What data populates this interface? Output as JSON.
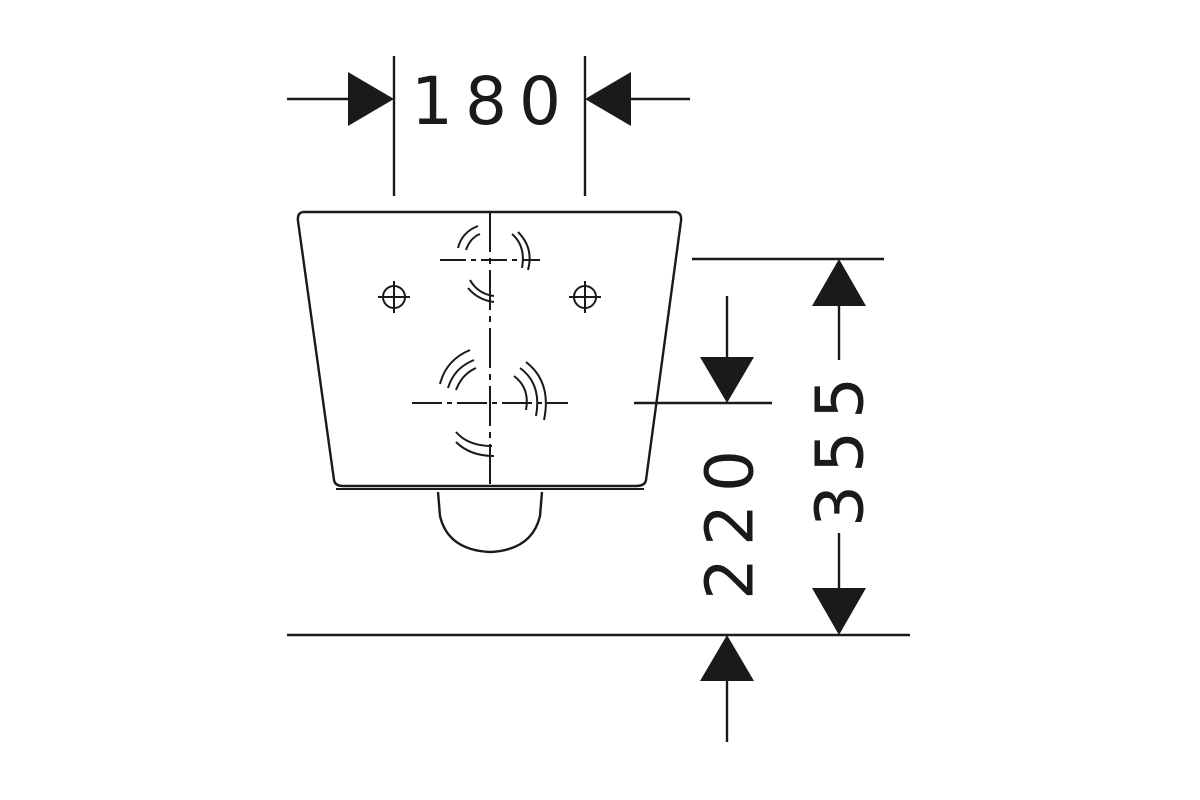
{
  "diagram": {
    "dimensions": {
      "width": "180",
      "height_to_center": "220",
      "overall_height": "355"
    }
  }
}
